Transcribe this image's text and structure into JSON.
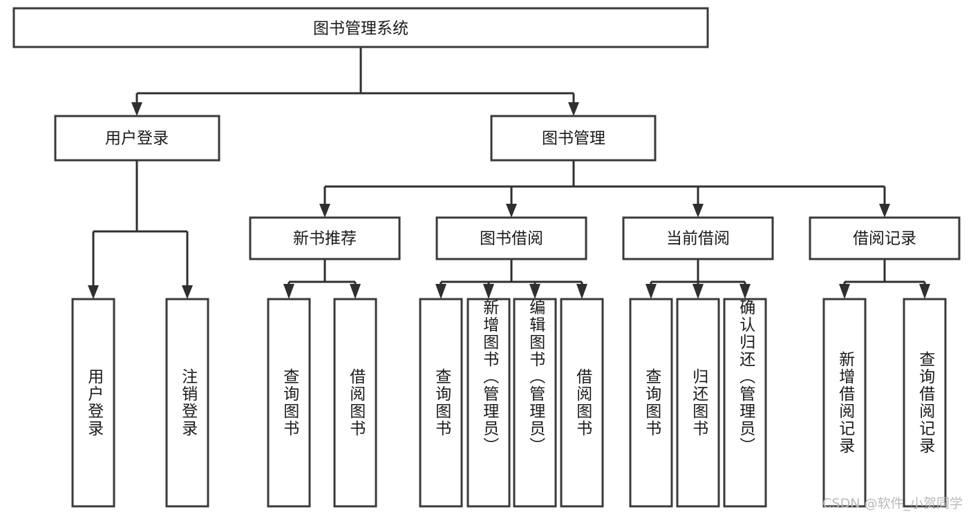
{
  "diagram": {
    "title": "图书管理系统",
    "type": "tree",
    "watermark": "CSDN @软件_小贺同学",
    "colors": {
      "box_border": "#3a3a3a",
      "connector": "#2f2f2f",
      "box_fill": "#ffffff",
      "text": "#1a1a1a",
      "background": "#ffffff",
      "watermark": "#b9b9b9"
    },
    "root": {
      "label": "图书管理系统"
    },
    "level2": [
      {
        "label": "用户登录"
      },
      {
        "label": "图书管理"
      }
    ],
    "level3": [
      {
        "label": "新书推荐"
      },
      {
        "label": "图书借阅"
      },
      {
        "label": "当前借阅"
      },
      {
        "label": "借阅记录"
      }
    ],
    "leaves": {
      "user_login": [
        {
          "label": "用户登录"
        },
        {
          "label": "注销登录"
        }
      ],
      "new_book_recommend": [
        {
          "label": "查询图书"
        },
        {
          "label": "借阅图书"
        }
      ],
      "book_borrow": [
        {
          "label": "查询图书"
        },
        {
          "label": "新增图书（管理员）"
        },
        {
          "label": "编辑图书（管理员）"
        },
        {
          "label": "借阅图书"
        }
      ],
      "current_borrow": [
        {
          "label": "查询图书"
        },
        {
          "label": "归还图书"
        },
        {
          "label": "确认归还（管理员）"
        }
      ],
      "borrow_record": [
        {
          "label": "新增借阅记录"
        },
        {
          "label": "查询借阅记录"
        }
      ]
    }
  }
}
